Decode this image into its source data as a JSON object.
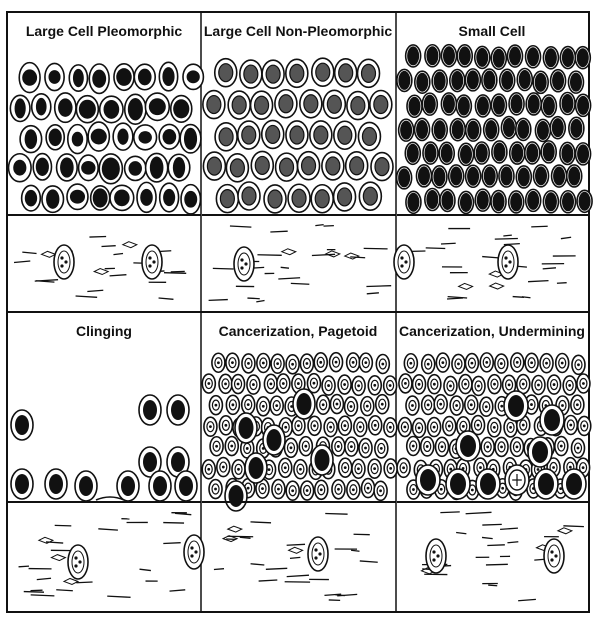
{
  "figure": {
    "title": "",
    "panels": [
      {
        "id": "large-cell-pleomorphic",
        "label": "Large Cell Pleomorphic",
        "pattern": "pleomorphic"
      },
      {
        "id": "large-cell-non-pleomorphic",
        "label": "Large Cell Non-Pleomorphic",
        "pattern": "nonpleo"
      },
      {
        "id": "small-cell",
        "label": "Small Cell",
        "pattern": "small"
      },
      {
        "id": "clinging",
        "label": "Clinging",
        "pattern": "clinging"
      },
      {
        "id": "cancerization-pagetoid",
        "label": "Cancerization, Pagetoid",
        "pattern": "pagetoid"
      },
      {
        "id": "cancerization-undermining",
        "label": "Cancerization, Undermining",
        "pattern": "undermining"
      }
    ]
  }
}
